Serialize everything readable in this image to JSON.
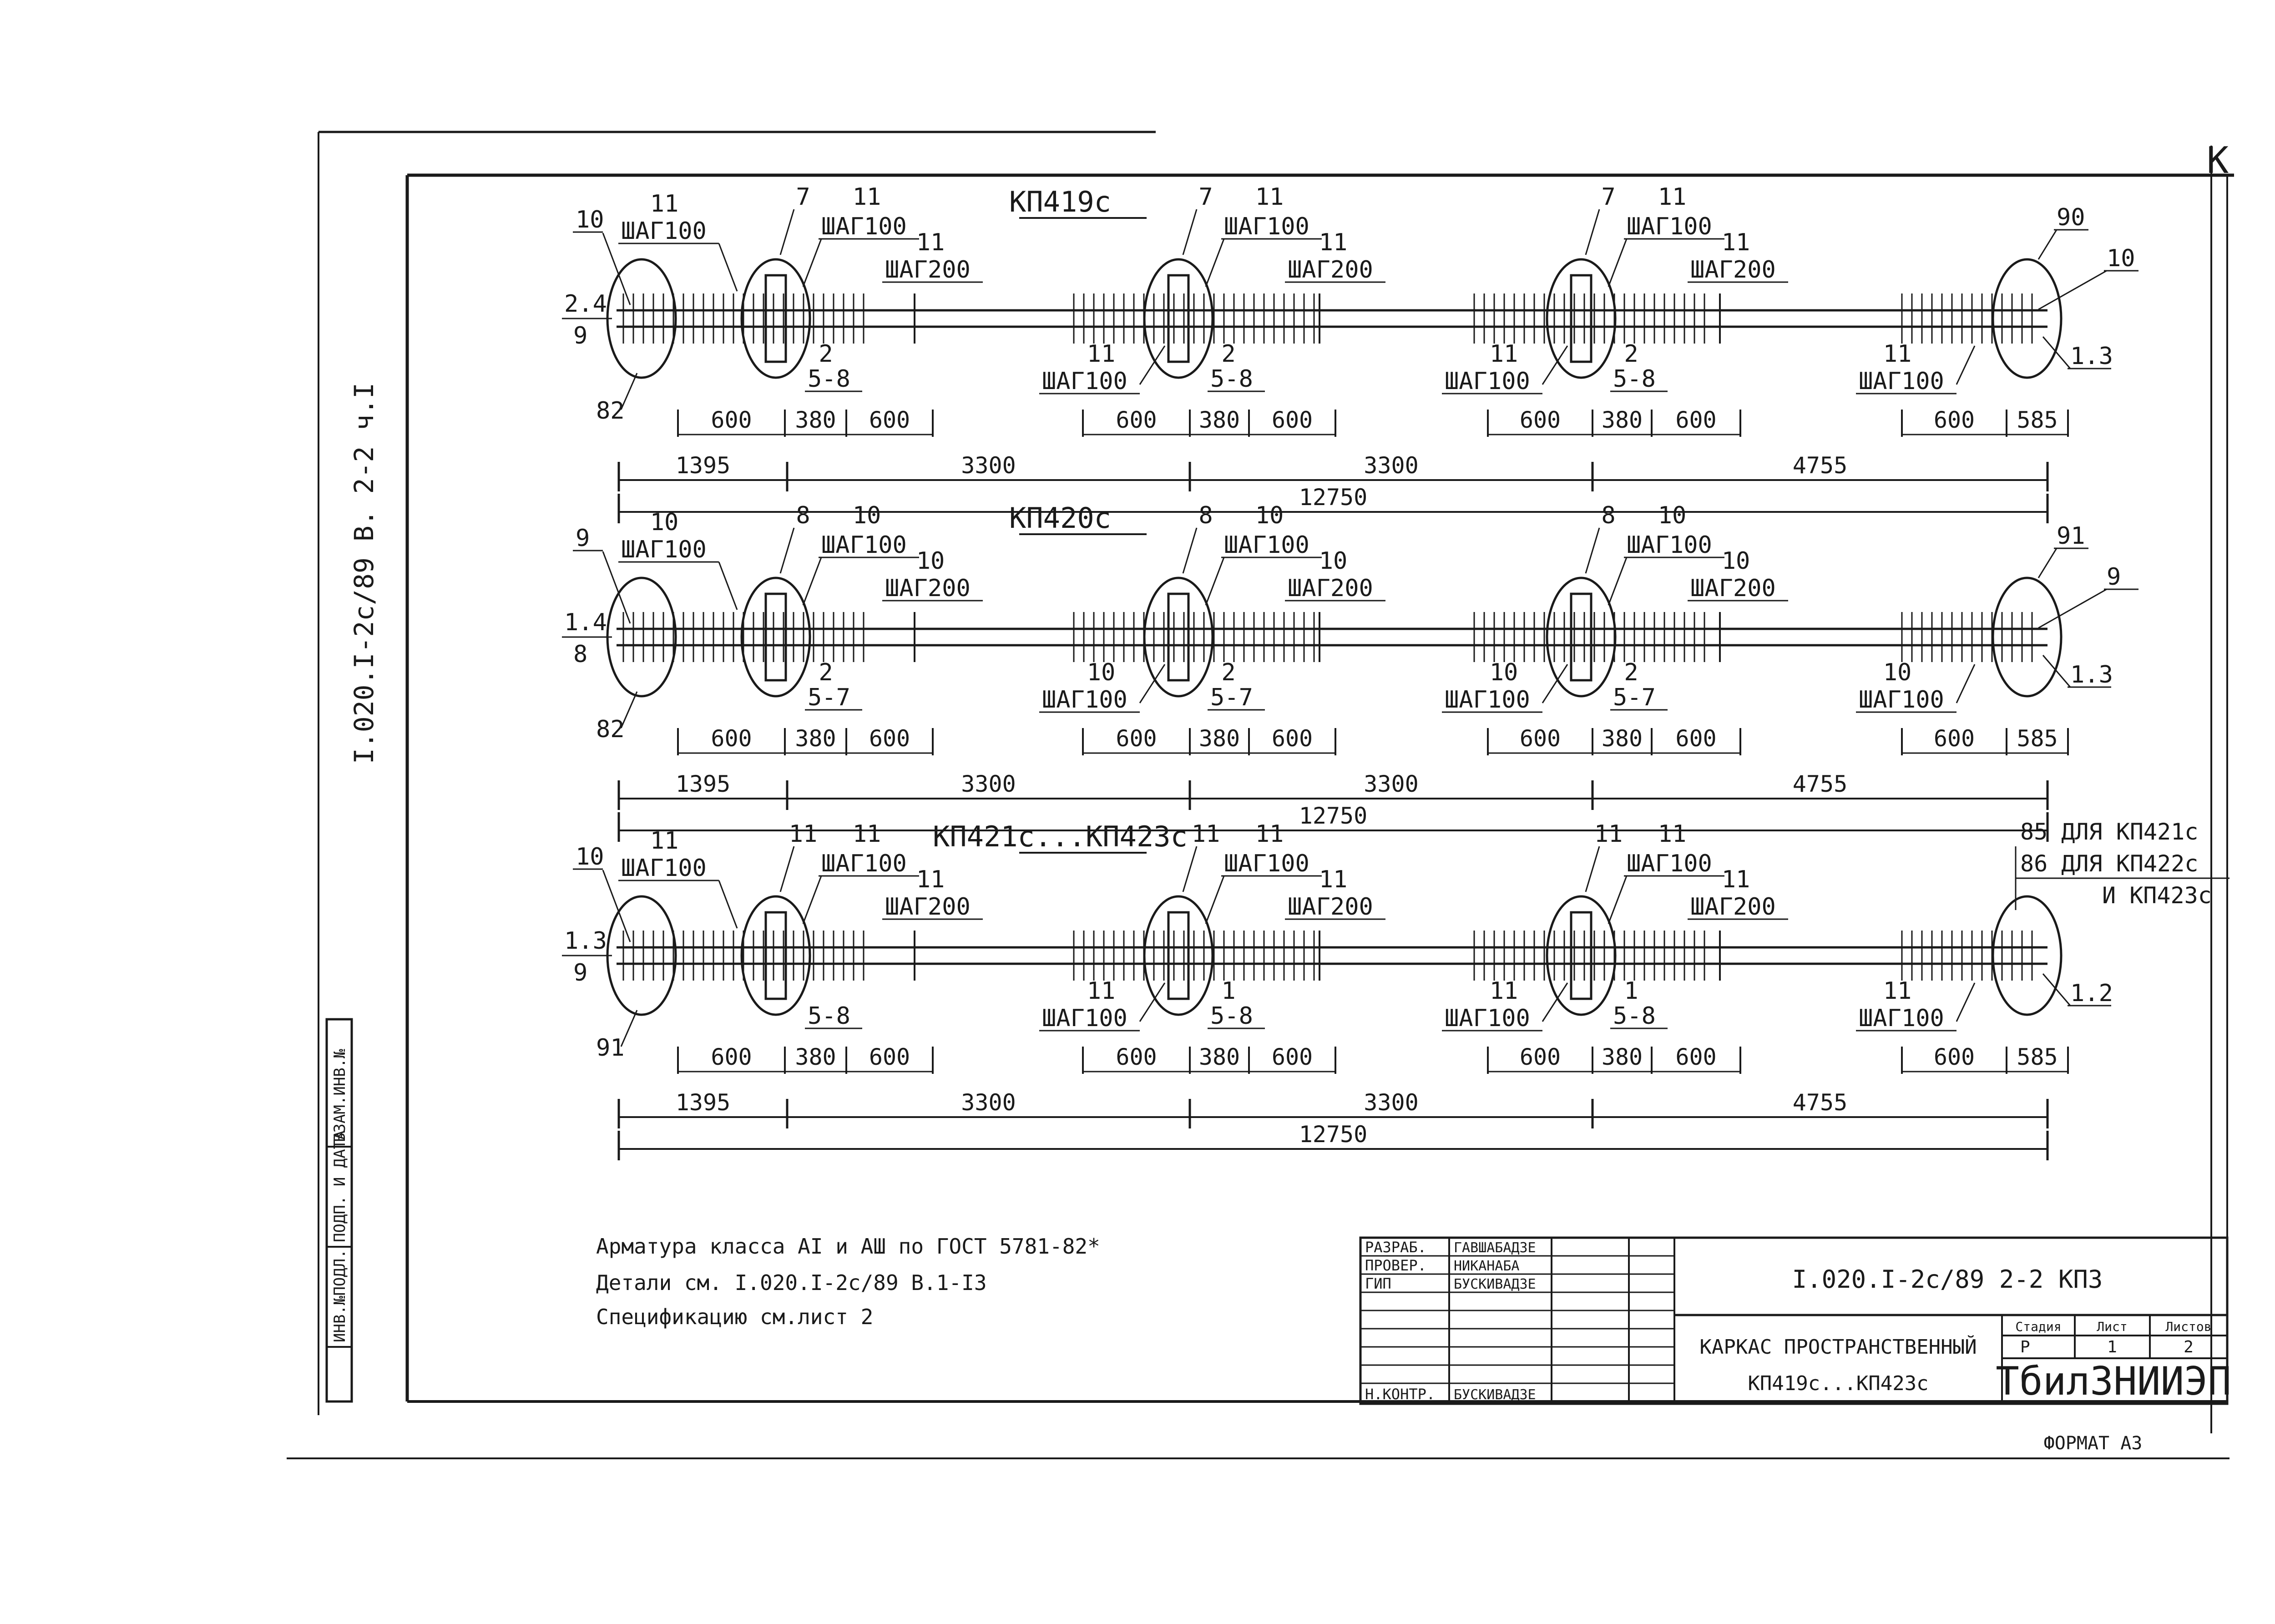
{
  "sheet": {
    "corner_mark": "К",
    "side_code": "I.020.I-2с/89 В. 2-2 ч.I",
    "format": "ФОРМАТ А3"
  },
  "left_stamp": [
    "ИНВ.№ПОДЛ.",
    "ПОДП. И ДАТА",
    "ВЗАМ.ИНВ.№"
  ],
  "frames": [
    {
      "title": "КП419с",
      "left_top": {
        "count": "11",
        "step": "ШАГ100"
      },
      "left_ends": {
        "top": "10",
        "mid_num": "2.4",
        "mid_den": "9",
        "bottom": "82"
      },
      "spans": [
        {
          "loop": "7",
          "top_count": "11",
          "top_step": "ШАГ100",
          "mid_count": "11",
          "mid_step": "ШАГ200",
          "low_count": "2",
          "low_range": "5-8"
        },
        {
          "loop": "7",
          "top_count": "11",
          "top_step": "ШАГ100",
          "mid_count": "11",
          "mid_step": "ШАГ200",
          "low_count": "2",
          "low_range": "5-8",
          "bot_count": "11",
          "bot_step": "ШАГ100"
        },
        {
          "loop": "7",
          "top_count": "11",
          "top_step": "ШАГ100",
          "mid_count": "11",
          "mid_step": "ШАГ200",
          "low_count": "2",
          "low_range": "5-8",
          "bot_count": "11",
          "bot_step": "ШАГ100"
        }
      ],
      "right_bot": {
        "count": "11",
        "step": "ШАГ100"
      },
      "right_ends": {
        "top_a": "90",
        "top_b": "10",
        "side": "1.3"
      },
      "dims_small": [
        "600",
        "380",
        "600",
        "600",
        "380",
        "600",
        "600",
        "380",
        "600",
        "600",
        "585"
      ],
      "dims_mid": [
        "1395",
        "3300",
        "3300",
        "4755"
      ],
      "dim_total": "12750"
    },
    {
      "title": "КП420с",
      "left_top": {
        "count": "10",
        "step": "ШАГ100"
      },
      "left_ends": {
        "top": "9",
        "mid_num": "1.4",
        "mid_den": "8",
        "bottom": "82"
      },
      "spans": [
        {
          "loop": "8",
          "top_count": "10",
          "top_step": "ШАГ100",
          "mid_count": "10",
          "mid_step": "ШАГ200",
          "low_count": "2",
          "low_range": "5-7"
        },
        {
          "loop": "8",
          "top_count": "10",
          "top_step": "ШАГ100",
          "mid_count": "10",
          "mid_step": "ШАГ200",
          "low_count": "2",
          "low_range": "5-7",
          "bot_count": "10",
          "bot_step": "ШАГ100"
        },
        {
          "loop": "8",
          "top_count": "10",
          "top_step": "ШАГ100",
          "mid_count": "10",
          "mid_step": "ШАГ200",
          "low_count": "2",
          "low_range": "5-7",
          "bot_count": "10",
          "bot_step": "ШАГ100"
        }
      ],
      "right_bot": {
        "count": "10",
        "step": "ШАГ100"
      },
      "right_ends": {
        "top_a": "91",
        "top_b": "9",
        "side": "1.3"
      },
      "dims_small": [
        "600",
        "380",
        "600",
        "600",
        "380",
        "600",
        "600",
        "380",
        "600",
        "600",
        "585"
      ],
      "dims_mid": [
        "1395",
        "3300",
        "3300",
        "4755"
      ],
      "dim_total": "12750"
    },
    {
      "title": "КП421с...КП423с",
      "left_top": {
        "count": "11",
        "step": "ШАГ100"
      },
      "left_ends": {
        "top": "10",
        "mid_num": "1.3",
        "mid_den": "9",
        "bottom": "91"
      },
      "spans": [
        {
          "loop": "11",
          "top_count": "11",
          "top_step": "ШАГ100",
          "mid_count": "11",
          "mid_step": "ШАГ200",
          "low_count": "",
          "low_range": "5-8"
        },
        {
          "loop": "11",
          "top_count": "11",
          "top_step": "ШАГ100",
          "mid_count": "11",
          "mid_step": "ШАГ200",
          "low_count": "1",
          "low_range": "5-8",
          "bot_count": "11",
          "bot_step": "ШАГ100"
        },
        {
          "loop": "11",
          "top_count": "11",
          "top_step": "ШАГ100",
          "mid_count": "11",
          "mid_step": "ШАГ200",
          "low_count": "1",
          "low_range": "5-8",
          "bot_count": "11",
          "bot_step": "ШАГ100"
        }
      ],
      "right_bot": {
        "count": "11",
        "step": "ШАГ100"
      },
      "right_ends": {
        "top_a": "",
        "top_b": "",
        "side": "1.2"
      },
      "right_note": [
        "85 ДЛЯ КП421с",
        "86 ДЛЯ КП422с",
        "И КП423с"
      ],
      "dims_small": [
        "600",
        "380",
        "600",
        "600",
        "380",
        "600",
        "600",
        "380",
        "600",
        "600",
        "585"
      ],
      "dims_mid": [
        "1395",
        "3300",
        "3300",
        "4755"
      ],
      "dim_total": "12750"
    }
  ],
  "notes": [
    "Арматура класса АI и АШ по ГОСТ 5781-82*",
    "Детали см. I.020.I-2с/89 В.1-I3",
    "Спецификацию см.лист 2"
  ],
  "title_block": {
    "roles": [
      "РАЗРАБ.",
      "ПРОВЕР.",
      "ГИП",
      "Н.КОНТР."
    ],
    "names": [
      "ГАВШАБАДЗЕ",
      "НИКАНАБА",
      "БУСКИВАДЗЕ",
      "БУСКИВАДЗЕ"
    ],
    "code": "I.020.I-2с/89 2-2 КПЗ",
    "object_line1": "КАРКАС ПРОСТРАНСТВЕННЫЙ",
    "object_line2": "КП419с...КП423с",
    "stage_label": "Стадия",
    "sheet_label": "Лист",
    "sheets_label": "Листов",
    "stage": "Р",
    "sheet": "1",
    "sheets": "2",
    "org": "ТбилЗНИИЭП"
  }
}
